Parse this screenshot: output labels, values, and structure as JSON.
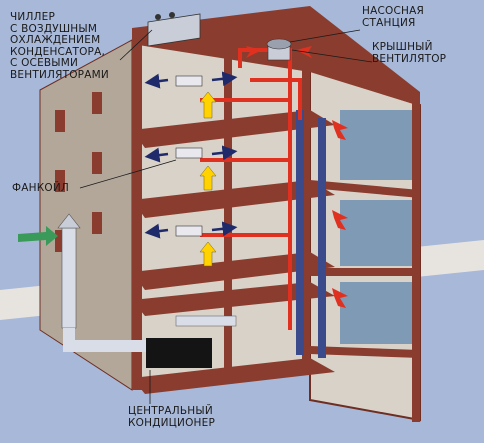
{
  "labels": {
    "chiller": "ЧИЛЛЕР\nС ВОЗДУШНЫМ\nОХЛАЖДЕНИЕМ\nКОНДЕНСАТОРА,\nС ОСЕВЫМИ\nВЕНТИЛЯТОРАМИ",
    "pump_station": "НАСОСНАЯ\nСТАНЦИЯ",
    "roof_fan": "КРЫШНЫЙ\nВЕНТИЛЯТОР",
    "fancoil": "ФАНКОЙЛ",
    "central_ac": "ЦЕНТРАЛЬНЫЙ\nКОНДИЦИОНЕР"
  },
  "colors": {
    "background": "#a8b8d8",
    "wall": "#8a3d2e",
    "wall_dark": "#6e2e22",
    "facade": "#b3a79a",
    "floor_slab": "#8a3d2e",
    "room_interior": "#d9d2c8",
    "bathroom_tile": "#7f9ab5",
    "pipe_red": "#e03020",
    "duct_blue": "#3a4a8a",
    "air_outside": "#3a9a5a",
    "air_hot": "#e03020",
    "air_cool": "#ffd200",
    "ground": "#e7e4e0"
  }
}
